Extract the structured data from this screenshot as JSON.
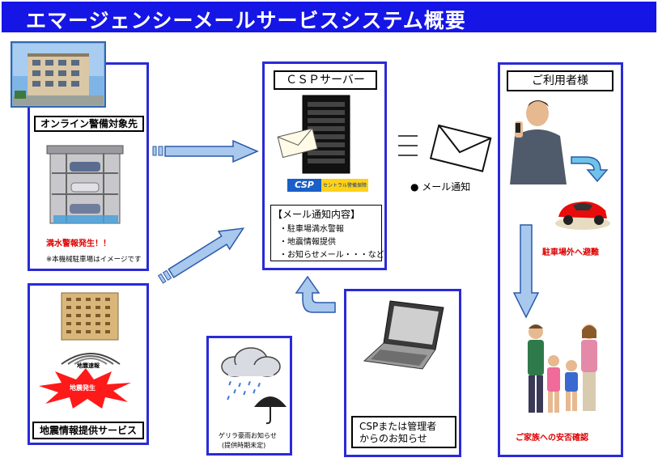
{
  "title": "エマージェンシーメールサービスシステム概要",
  "online_site": {
    "label": "オンライン警備対象先",
    "alert": "満水警報発生！！",
    "note": "※本機械駐車場はイメージです"
  },
  "earthquake": {
    "label": "地震情報提供サービス",
    "cloud_top": "地震速報",
    "burst_text": "地震発生"
  },
  "rain": {
    "note_line1": "ゲリラ豪雨お知らせ",
    "note_line2": "(提供時期未定)"
  },
  "server": {
    "title": "ＣＳＰサーバー",
    "logo": "CSP",
    "logo_sub": "セントラル警備保障",
    "content_title": "【メール通知内容】",
    "items": [
      "・駐車場満水警報",
      "・地震情報提供",
      "・お知らせメール・・・など"
    ]
  },
  "mail_notice": "● メール通知",
  "admin": {
    "line1": "CSPまたは管理者",
    "line2": "からのお知らせ"
  },
  "user": {
    "title": "ご利用者様",
    "evacuate": "駐車場外へ避難",
    "safety": "ご家族への安否確認"
  },
  "colors": {
    "title_bg": "#1515e6",
    "panel_border": "#2a2ad8",
    "arrow_fill": "#a9c8ee",
    "alert_red": "#e00000"
  }
}
